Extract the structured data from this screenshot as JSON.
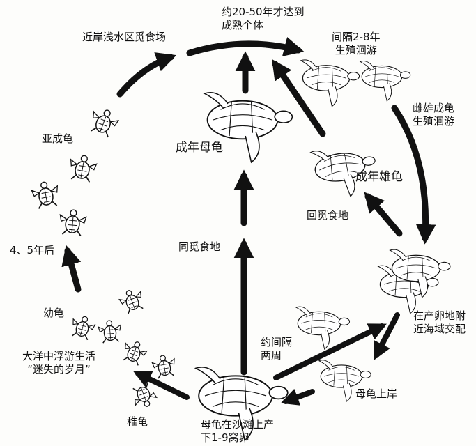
{
  "labels": {
    "maturity": [
      "约20-50年才达到",
      "成熟个体"
    ],
    "nearshore_feeding": "近岸浅水区觅食场",
    "breeding_interval": [
      "间隔2-8年",
      "生殖洄游"
    ],
    "both_sexes": [
      "雌雄成龟",
      "生殖洄游"
    ],
    "subadult": "亚成龟",
    "adult_female": "成年母龟",
    "adult_male": "成年雄龟",
    "return_feeding": "回觅食地",
    "same_feeding": "同觅食地",
    "four_five_years": "4、5年后",
    "mating": [
      "在产卵地附",
      "近海域交配"
    ],
    "juvenile": "幼龟",
    "ocean_drift": [
      "大洋中浮游生活",
      "“迷失的岁月”"
    ],
    "about_two_weeks": [
      "约间隔",
      "两周"
    ],
    "female_ashore": "母龟上岸",
    "hatchling": "稚龟",
    "nesting": [
      "母龟在沙滩上产",
      "下1-9窝卵"
    ]
  }
}
